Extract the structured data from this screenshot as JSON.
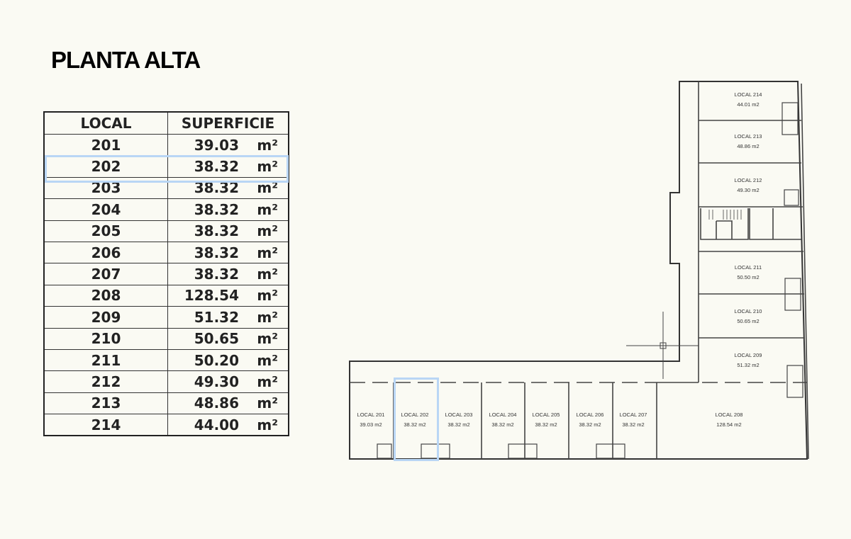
{
  "title": "PLANTA ALTA",
  "table": {
    "headers": [
      "LOCAL",
      "SUPERFICIE"
    ],
    "unit": "m²",
    "rows": [
      {
        "local": "201",
        "area": "39.03"
      },
      {
        "local": "202",
        "area": "38.32"
      },
      {
        "local": "203",
        "area": "38.32"
      },
      {
        "local": "204",
        "area": "38.32"
      },
      {
        "local": "205",
        "area": "38.32"
      },
      {
        "local": "206",
        "area": "38.32"
      },
      {
        "local": "207",
        "area": "38.32"
      },
      {
        "local": "208",
        "area": "128.54"
      },
      {
        "local": "209",
        "area": "51.32"
      },
      {
        "local": "210",
        "area": "50.65"
      },
      {
        "local": "211",
        "area": "50.20"
      },
      {
        "local": "212",
        "area": "49.30"
      },
      {
        "local": "213",
        "area": "48.86"
      },
      {
        "local": "214",
        "area": "44.00"
      }
    ],
    "highlighted": "202"
  },
  "plan": {
    "rooms": [
      {
        "name": "LOCAL 201",
        "area": "39.03 m2"
      },
      {
        "name": "LOCAL 202",
        "area": "38.32 m2"
      },
      {
        "name": "LOCAL 203",
        "area": "38.32 m2"
      },
      {
        "name": "LOCAL 204",
        "area": "38.32 m2"
      },
      {
        "name": "LOCAL 205",
        "area": "38.32 m2"
      },
      {
        "name": "LOCAL 206",
        "area": "38.32 m2"
      },
      {
        "name": "LOCAL 207",
        "area": "38.32 m2"
      },
      {
        "name": "LOCAL 208",
        "area": "128.54 m2"
      },
      {
        "name": "LOCAL 209",
        "area": "51.32 m2"
      },
      {
        "name": "LOCAL 210",
        "area": "50.65 m2"
      },
      {
        "name": "LOCAL 211",
        "area": "50.50 m2"
      },
      {
        "name": "LOCAL 212",
        "area": "49.30 m2"
      },
      {
        "name": "LOCAL 213",
        "area": "48.86 m2"
      },
      {
        "name": "LOCAL 214",
        "area": "44.01 m2"
      }
    ],
    "highlight_color": "#b9d6f5"
  }
}
